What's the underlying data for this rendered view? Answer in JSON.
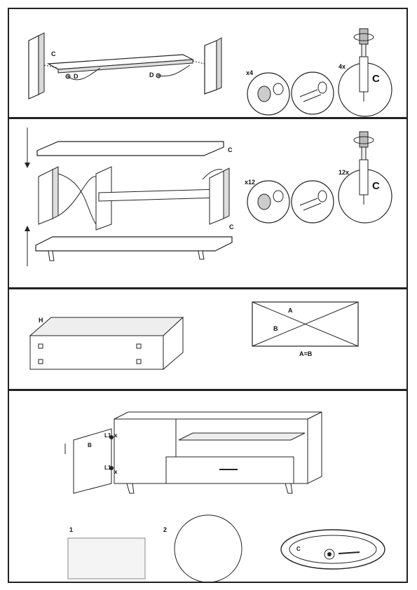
{
  "step1": {
    "c_left": "C",
    "d_left": "D",
    "d_right": "D",
    "qty_cam": "x4",
    "qty_dowel": "4x",
    "c_dowel": "C"
  },
  "step2": {
    "c_top": "C",
    "c_bottom": "C",
    "qty_cam": "x12",
    "qty_dowel": "12x",
    "c_dowel": "C"
  },
  "step3": {
    "h_label": "H",
    "diag_a": "A",
    "diag_b": "B",
    "equation": "A=B"
  },
  "step4": {
    "hinge_upper": "L1",
    "hinge_lower": "L1",
    "hinge_upper_x": "x",
    "hinge_lower_x": "x",
    "screw_upper": "B",
    "sub_1": "1",
    "sub_2": "2",
    "detail_c": "C"
  }
}
